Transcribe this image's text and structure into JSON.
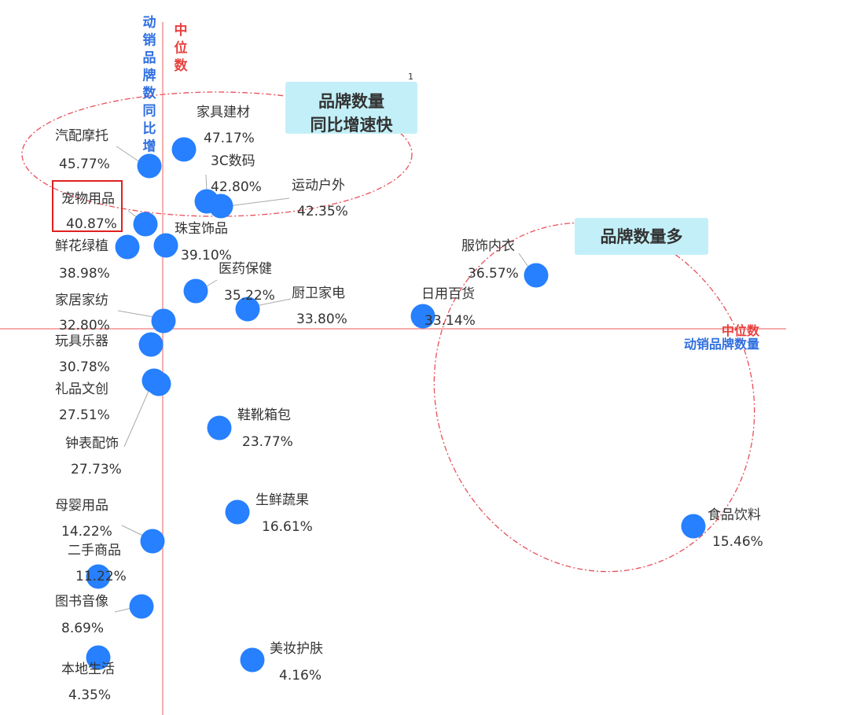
{
  "chart_data": {
    "type": "scatter",
    "title": "",
    "xlabel": "动销品牌数量",
    "ylabel": "动销品牌数同比增",
    "x_median_label": "中位数",
    "y_median_label": "中位数",
    "points": [
      {
        "name": "家具建材",
        "value_label": "47.17%"
      },
      {
        "name": "汽配摩托",
        "value_label": "45.77%"
      },
      {
        "name": "3C数码",
        "value_label": "42.80%"
      },
      {
        "name": "运动户外",
        "value_label": "42.35%"
      },
      {
        "name": "宠物用品",
        "value_label": "40.87%"
      },
      {
        "name": "珠宝饰品",
        "value_label": "39.10%"
      },
      {
        "name": "鲜花绿植",
        "value_label": "38.98%"
      },
      {
        "name": "服饰内衣",
        "value_label": "36.57%"
      },
      {
        "name": "医药保健",
        "value_label": "35.22%"
      },
      {
        "name": "厨卫家电",
        "value_label": "33.80%"
      },
      {
        "name": "日用百货",
        "value_label": "33.14%"
      },
      {
        "name": "家居家纺",
        "value_label": "32.80%"
      },
      {
        "name": "玩具乐器",
        "value_label": "30.78%"
      },
      {
        "name": "礼品文创",
        "value_label": "27.51%"
      },
      {
        "name": "钟表配饰",
        "value_label": "27.73%"
      },
      {
        "name": "鞋靴箱包",
        "value_label": "23.77%"
      },
      {
        "name": "生鲜蔬果",
        "value_label": "16.61%"
      },
      {
        "name": "食品饮料",
        "value_label": "15.46%"
      },
      {
        "name": "母婴用品",
        "value_label": "14.22%"
      },
      {
        "name": "二手商品",
        "value_label": "11.22%"
      },
      {
        "name": "图书音像",
        "value_label": "8.69%"
      },
      {
        "name": "美妆护肤",
        "value_label": "4.16%"
      },
      {
        "name": "本地生活",
        "value_label": "4.35%"
      }
    ],
    "annotations": [
      "品牌数量\n同比增速快",
      "品牌数量多"
    ],
    "highlighted": "宠物用品",
    "stray_label": "1",
    "grid": false,
    "legend": "none"
  },
  "colors": {
    "point": "#2680ff",
    "median_line": "#f07a7a",
    "median_label": "#e8403e",
    "axis_title": "#2f6fe0",
    "ellipse": "#e8505b",
    "callout_bg": "#c3f0f8",
    "highlight_box": "#e02020",
    "leader_line": "#aaaaaa"
  }
}
